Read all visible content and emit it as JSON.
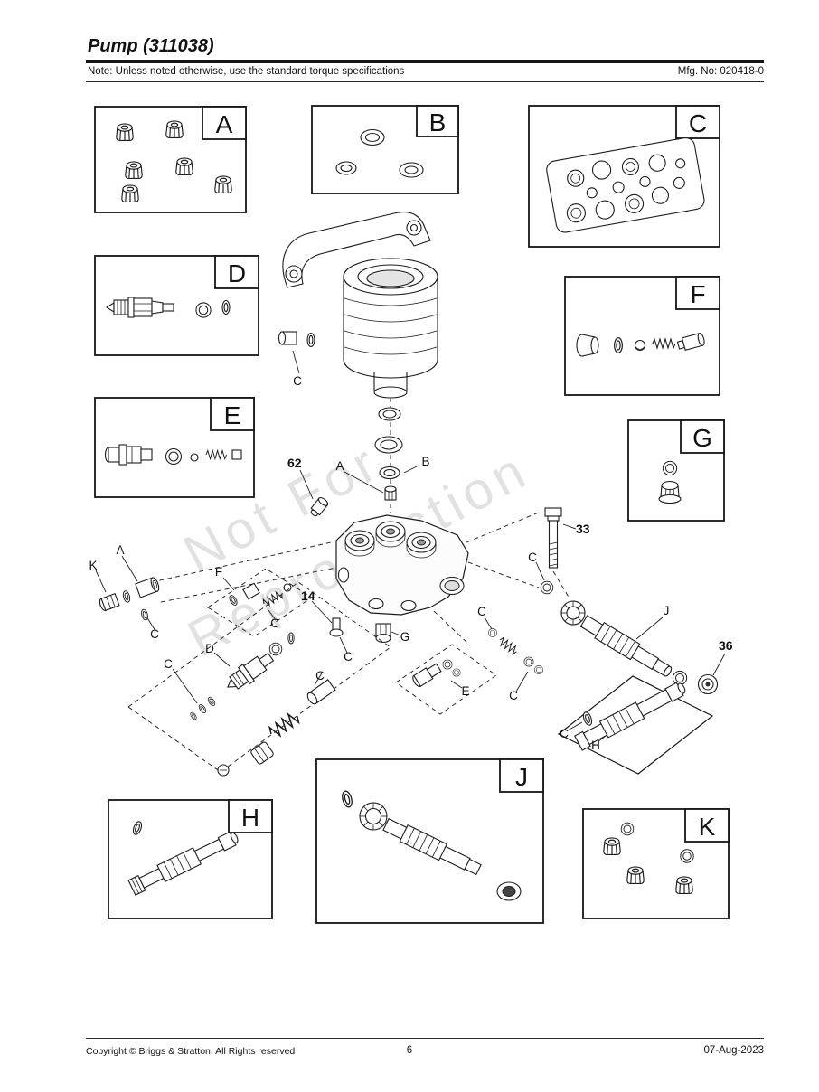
{
  "page": {
    "title": "Pump (311038)",
    "note": "Note: Unless noted otherwise, use the standard torque specifications",
    "mfg_no": "Mfg. No: 020418-0",
    "watermark": {
      "line1": "Not For",
      "line2": "Reproduction"
    },
    "footer": {
      "copyright": "Copyright ©  Briggs & Stratton. All Rights reserved",
      "page_number": "6",
      "date": "07-Aug-2023"
    }
  },
  "labels": {
    "A": "A",
    "B": "B",
    "C": "C",
    "D": "D",
    "E": "E",
    "F": "F",
    "G": "G",
    "H": "H",
    "J": "J",
    "K": "K",
    "n14": "14",
    "n33": "33",
    "n36": "36",
    "n62": "62"
  }
}
